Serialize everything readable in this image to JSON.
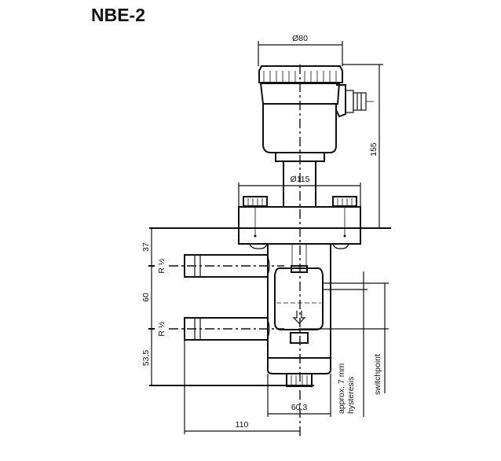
{
  "title": "NBE-2",
  "dimensions": {
    "head_diameter": "Ø80",
    "flange_diameter": "Ø115",
    "height": "155",
    "upper_offset": "37",
    "pipe_spacing": "60",
    "lower_offset": "53,5",
    "body_width": "60,3",
    "pipe_length": "110",
    "thread_upper": "R ½",
    "thread_lower": "R ½"
  },
  "annotations": {
    "hysteresis_line1": "approx. 7 mm",
    "hysteresis_line2": "hysteresis",
    "switchpoint": "switchpoint"
  }
}
